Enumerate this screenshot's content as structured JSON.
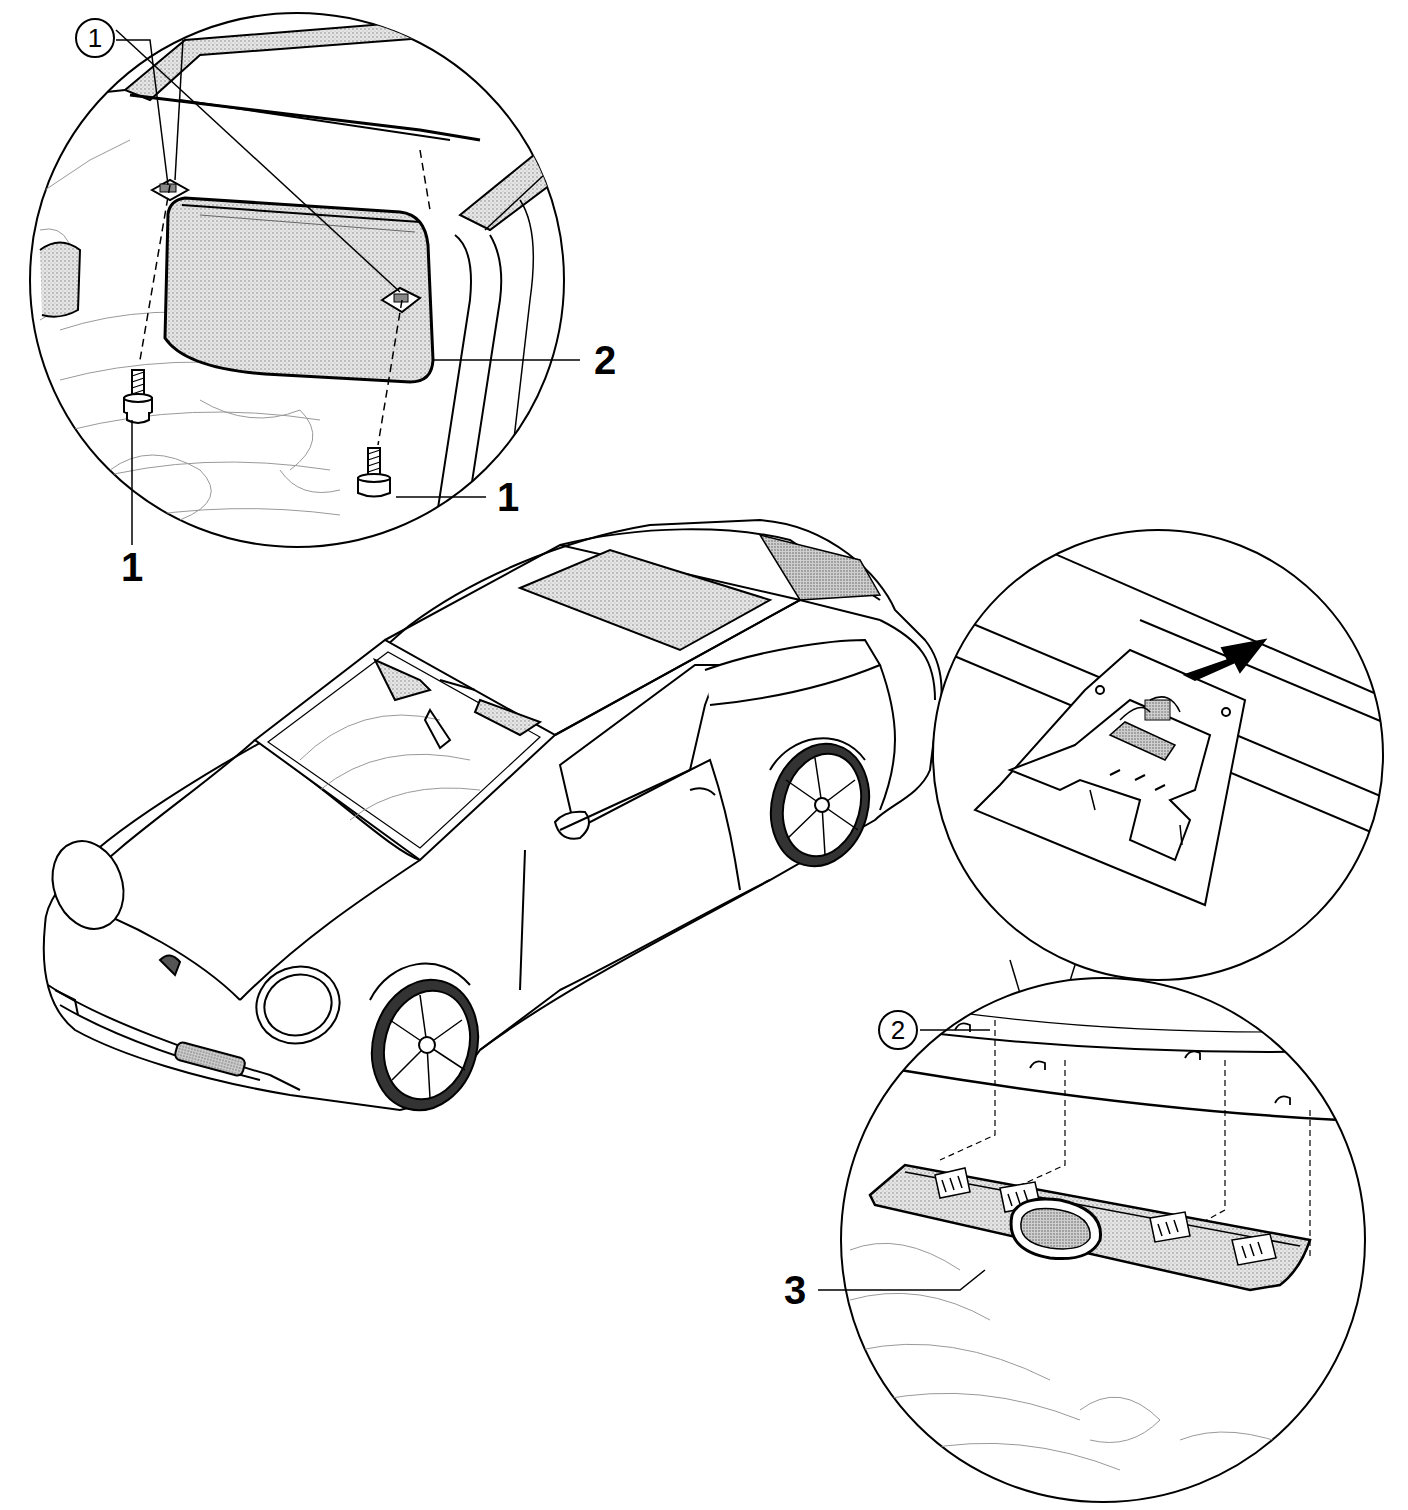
{
  "diagram": {
    "nodes": [
      {
        "text": [
          "1"
        ]
      },
      {
        "text": [
          "2"
        ]
      }
    ],
    "labels": [
      "2",
      "1",
      "1",
      "3"
    ]
  }
}
